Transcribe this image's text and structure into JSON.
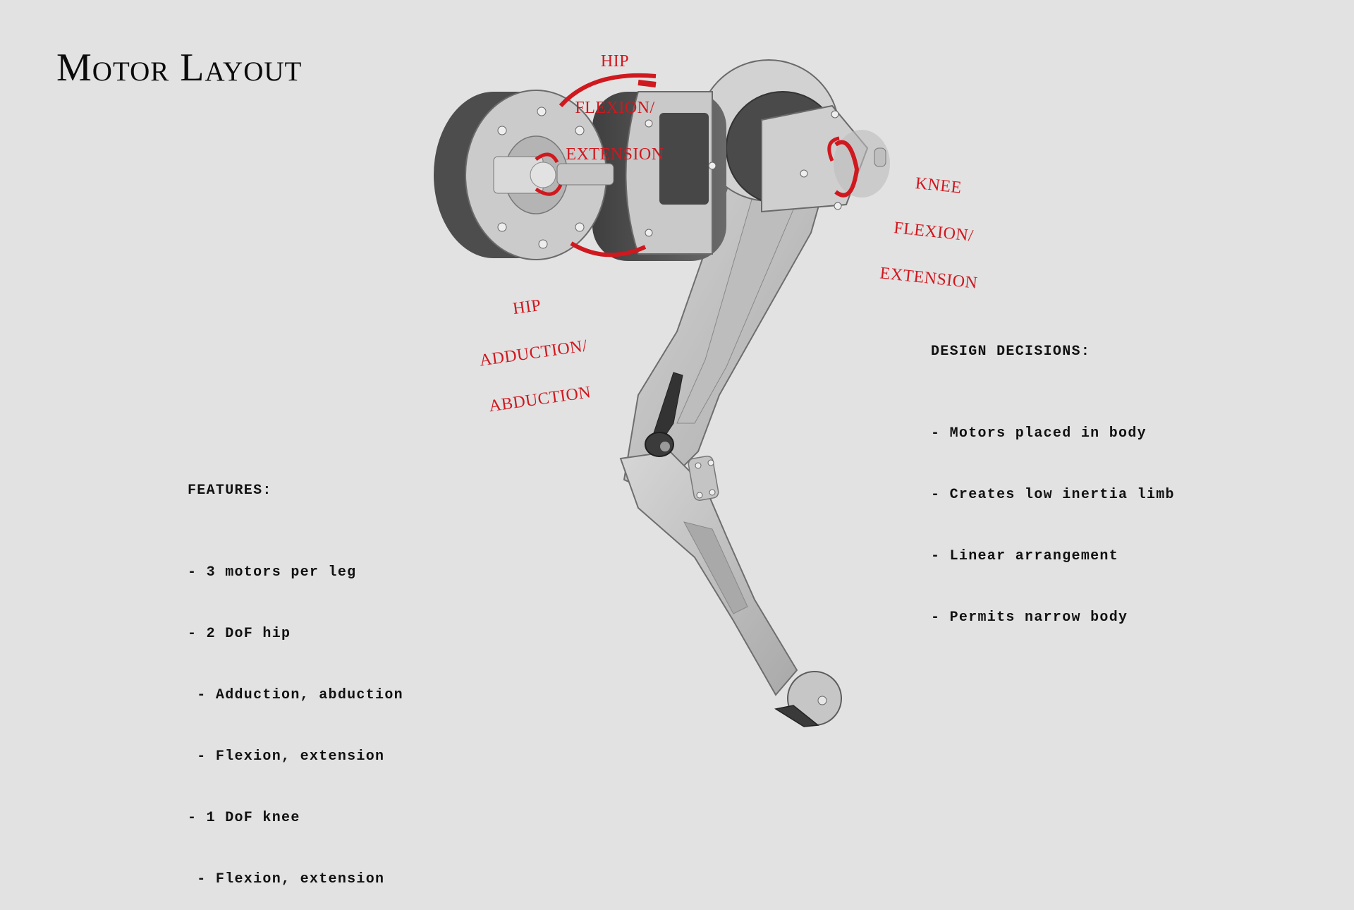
{
  "title": "Motor Layout",
  "labels": {
    "hip_flexion": [
      "HIP",
      "FLEXION/",
      "EXTENSION"
    ],
    "hip_adduction": [
      "HIP",
      "ADDUCTION/",
      "ABDUCTION"
    ],
    "knee_flexion": [
      "KNEE",
      "FLEXION/",
      "EXTENSION"
    ]
  },
  "features": {
    "heading": "FEATURES:",
    "items": [
      "- 3 motors per leg",
      "- 2 DoF hip",
      " - Adduction, abduction",
      " - Flexion, extension",
      "- 1 DoF knee",
      " - Flexion, extension"
    ]
  },
  "design_decisions": {
    "heading": "DESIGN DECISIONS:",
    "items": [
      "- Motors placed in body",
      "- Creates low inertia limb",
      "- Linear arrangement",
      "- Permits narrow body"
    ]
  },
  "colors": {
    "background": "#e2e2e2",
    "annotation_red": "#d0181f",
    "metal_light": "#c8c8c8",
    "metal_dark": "#555555"
  }
}
